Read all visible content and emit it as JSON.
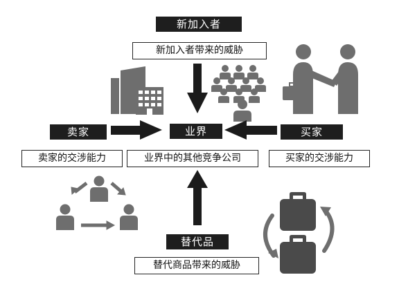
{
  "colors": {
    "tag_background": "#1e1e1e",
    "tag_text": "#ffffff",
    "figure": "#6e6e6e",
    "arrow": "#1b1b1b"
  },
  "top": {
    "tag": "新加入者",
    "desc": "新加入者带来的威胁",
    "icons": [
      "buildings-icon",
      "audience-icon"
    ]
  },
  "left": {
    "tag": "卖家",
    "desc": "卖家的交涉能力",
    "icons": [
      "seller-network-icon"
    ]
  },
  "center": {
    "tag": "业界",
    "desc": "业界中的其他竞争公司"
  },
  "right": {
    "tag": "买家",
    "desc": "买家的交涉能力",
    "icons": [
      "handshake-icon"
    ]
  },
  "bottom": {
    "tag": "替代品",
    "desc": "替代商品带来的威胁",
    "icons": [
      "suitcase-swap-icon"
    ]
  }
}
